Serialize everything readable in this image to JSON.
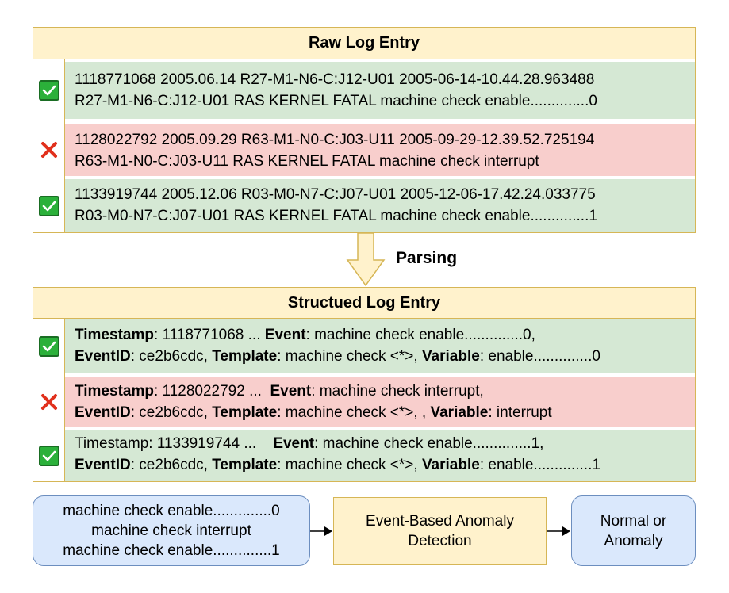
{
  "raw": {
    "title": "Raw Log Entry",
    "entries": [
      {
        "status": "check-icon",
        "line1": "1118771068 2005.06.14 R27-M1-N6-C:J12-U01 2005-06-14-10.44.28.963488",
        "line2": "R27-M1-N6-C:J12-U01 RAS KERNEL FATAL machine check enable..............0"
      },
      {
        "status": "cross-icon",
        "line1": "1128022792 2005.09.29 R63-M1-N0-C:J03-U11 2005-09-29-12.39.52.725194",
        "line2": "R63-M1-N0-C:J03-U11 RAS KERNEL FATAL machine check interrupt"
      },
      {
        "status": "check-icon",
        "line1": "1133919744 2005.12.06 R03-M0-N7-C:J07-U01 2005-12-06-17.42.24.033775",
        "line2": "R03-M0-N7-C:J07-U01 RAS KERNEL FATAL machine check enable..............1"
      }
    ]
  },
  "arrow_label": "Parsing",
  "structured": {
    "title": "Structued Log Entry",
    "entries": [
      {
        "status": "check-icon",
        "timestamp_key": "Timestamp",
        "timestamp_val": ": 1118771068 ... ",
        "event_key": "Event",
        "event_val": ": machine check enable..............0,",
        "eventid_key": "EventID",
        "eventid_val": ": ce2b6cdc, ",
        "template_key": "Template",
        "template_val": ": machine check <*>, ",
        "variable_key": "Variable",
        "variable_val": ": enable..............0"
      },
      {
        "status": "cross-icon",
        "timestamp_key": "Timestamp",
        "timestamp_val": ": 1128022792 ...  ",
        "event_key": "Event",
        "event_val": ": machine check interrupt,",
        "eventid_key": "EventID",
        "eventid_val": ": ce2b6cdc, ",
        "template_key": "Template",
        "template_val": ": machine check <*>, , ",
        "variable_key": "Variable",
        "variable_val": ": interrupt"
      },
      {
        "status": "check-icon",
        "timestamp_plain": "Timestamp: 1133919744 ...    ",
        "event_key": "Event",
        "event_val": ": machine check enable..............1,",
        "eventid_key": "EventID",
        "eventid_val": ": ce2b6cdc, ",
        "template_key": "Template",
        "template_val": ": machine check <*>, ",
        "variable_key": "Variable",
        "variable_val": ": enable..............1"
      }
    ]
  },
  "pipeline": {
    "events": [
      "machine check enable..............0",
      "machine check interrupt",
      "machine check enable..............1"
    ],
    "detector_line1": "Event-Based Anomaly",
    "detector_line2": "Detection",
    "output_line1": "Normal or",
    "output_line2": "Anomaly"
  },
  "colors": {
    "normal": "#d5e8d4",
    "anomaly": "#f8cecc",
    "header": "#fff2cc",
    "header_border": "#d6b656",
    "blue_fill": "#dae8fc",
    "blue_border": "#6c8ebf"
  }
}
